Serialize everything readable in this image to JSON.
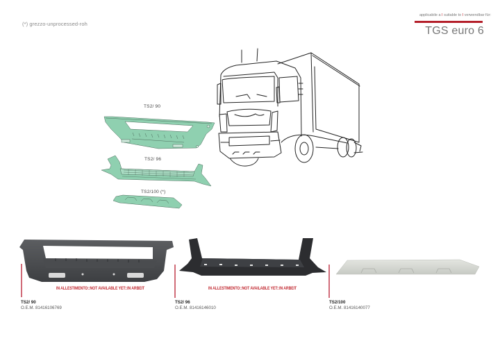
{
  "header": {
    "note": "(*) grezzo-unprocessed-roh",
    "applicable": {
      "parts": [
        "applicabile a",
        "suitable to",
        "verwendbar für:"
      ],
      "separator": "I"
    },
    "model": "TGS euro 6",
    "accent_color": "#b41f2a"
  },
  "diagram": {
    "labels": [
      {
        "code": "TS2/ 90"
      },
      {
        "code": "TS2/ 96"
      },
      {
        "code": "TS2/100 (*)"
      }
    ],
    "part_color": "#8fd0b0",
    "subject": "truck-line-drawing"
  },
  "products": [
    {
      "code": "TS2/ 90",
      "oem": "O.E.M. 81416106769",
      "status": "IN ALLESTIMENTO::NOT AVAILABLE YET::IN ARBEIT",
      "photo": "dark-grey-front-bumper-frame"
    },
    {
      "code": "TS2/ 96",
      "oem": "O.E.M. 81416146010",
      "status": "IN ALLESTIMENTO::NOT AVAILABLE YET::IN ARBEIT",
      "photo": "black-step-grille"
    },
    {
      "code": "TS2/100",
      "oem": "O.E.M. 81416140077",
      "status": "",
      "photo": "unprocessed-light-grey-skid-plate"
    }
  ]
}
